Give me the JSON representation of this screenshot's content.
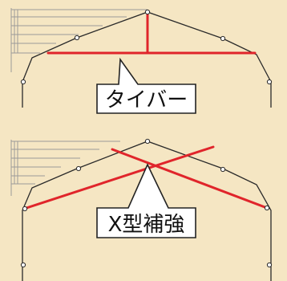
{
  "palette": {
    "background": "#f5e6c3",
    "frame": "#2a2a2a",
    "brace": "#e0252b",
    "grid": "#9a9a9a",
    "callout_fill": "#ffffff"
  },
  "panels": [
    {
      "id": "tie-bar",
      "label": "タイバー"
    },
    {
      "id": "x-brace",
      "label": "X型補強"
    }
  ]
}
